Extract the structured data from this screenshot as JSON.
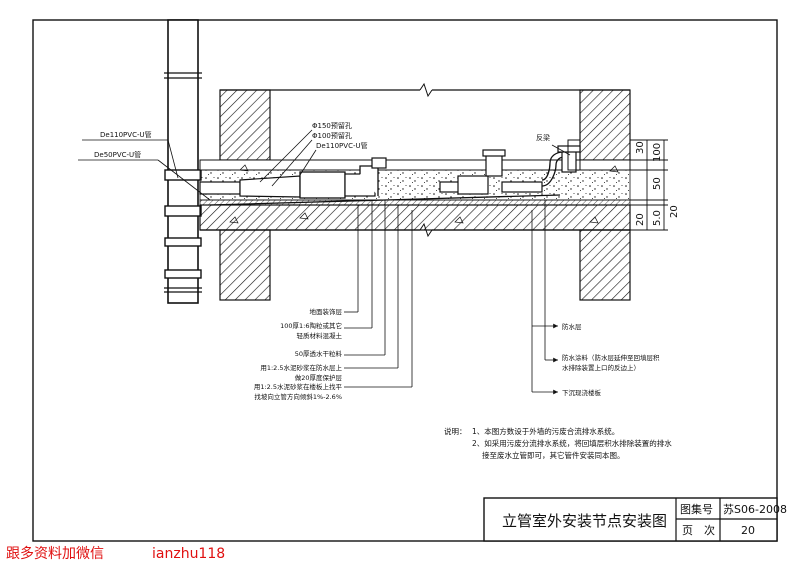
{
  "labels": {
    "pipe_de110": "De110PVC-U管",
    "pipe_de50": "De50PVC-U管",
    "hole_150": "Φ150预留孔",
    "hole_100": "Φ100预留孔",
    "pipe_de110_inner": "De110PVC-U管",
    "beam": "反梁"
  },
  "dimensions": {
    "d30": "30",
    "d100": "100",
    "d50": "50",
    "d20a": "20",
    "d20b": "20",
    "d5": "5.0"
  },
  "layers": {
    "left": [
      "地面装饰层",
      "100厚1:6陶粒或其它",
      "轻质材料混凝土",
      "50厚透水干粒料",
      "用1:2.5水泥砂浆在防水层上",
      "做20厚度保护层",
      "用1:2.5水泥砂浆在楼板上找平",
      "找坡向立管方向倾斜1%-2.6%"
    ],
    "right": [
      "防水层",
      "防水涂料（防水层延伸至回填层积",
      "水排除装置上口的反边上）",
      "下沉现浇楼板"
    ]
  },
  "notes": {
    "heading": "说明：",
    "line1": "1、本图方数设于外墙的污废合流排水系统。",
    "line2": "2、如采用污废分流排水系统，将回填层积水排除装置的排水",
    "line3": "接至废水立管即可，其它管件安装同本图。"
  },
  "title_block": {
    "drawing_title": "立管室外安装节点安装图",
    "atlas_label": "图集号",
    "atlas_value": "苏S06-2008",
    "page_label": "页　次",
    "page_value": "20"
  },
  "watermark": {
    "text1": "跟多资料加微信",
    "text2": "ianzhu118",
    "color": "#e01010"
  }
}
